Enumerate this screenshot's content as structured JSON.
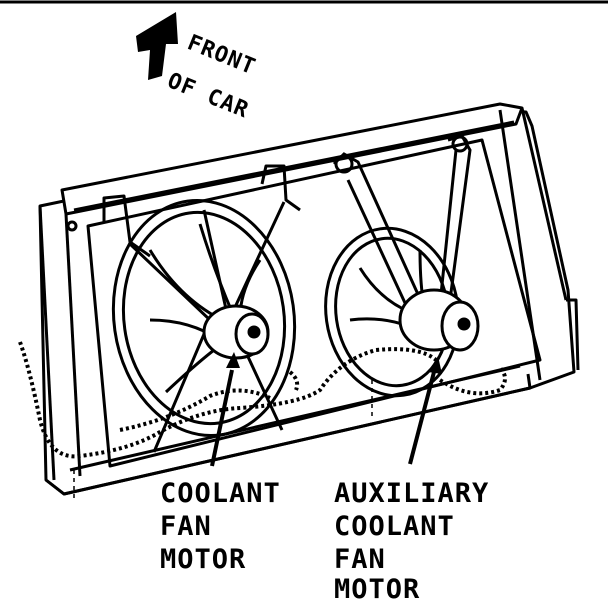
{
  "direction_label": {
    "line1": "FRONT",
    "line2": "OF CAR"
  },
  "callouts": [
    {
      "id": "coolant-fan-motor",
      "lines": [
        "COOLANT",
        "FAN",
        "MOTOR"
      ]
    },
    {
      "id": "auxiliary-coolant-fan-motor",
      "lines": [
        "AUXILIARY",
        "COOLANT",
        "FAN",
        "MOTOR"
      ]
    }
  ]
}
